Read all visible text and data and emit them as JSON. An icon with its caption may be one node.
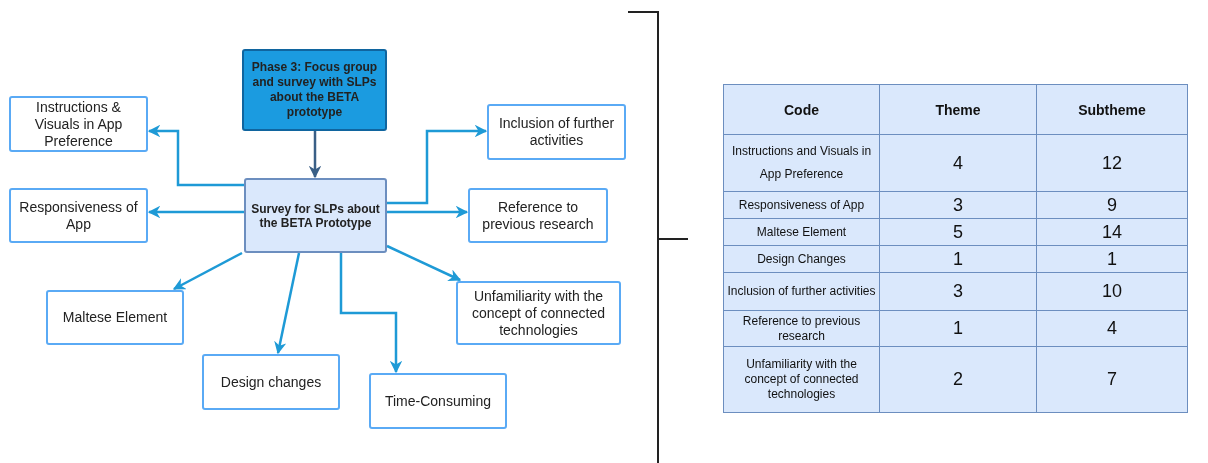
{
  "diagram": {
    "nodes": [
      {
        "text": [
          "Phase 3: Focus group and survey with SLPs about the BETA prototype"
        ]
      },
      {
        "text": [
          "Survey for SLPs about the BETA Prototype"
        ]
      },
      {
        "text": [
          "Instructions & Visuals in App Preference"
        ]
      },
      {
        "text": [
          "Inclusion of further activities"
        ]
      },
      {
        "text": [
          "Responsiveness of App"
        ]
      },
      {
        "text": [
          "Reference to previous research"
        ]
      },
      {
        "text": [
          "Maltese Element"
        ]
      },
      {
        "text": [
          "Unfamiliarity with the concept of connected technologies"
        ]
      },
      {
        "text": [
          "Design changes"
        ]
      },
      {
        "text": [
          "Time-Consuming"
        ]
      }
    ],
    "edges": [
      {
        "from": 0,
        "to": 1,
        "arrow": "to",
        "color": "#3a5f86"
      },
      {
        "from": 1,
        "to": 2,
        "arrow": "to"
      },
      {
        "from": 1,
        "to": 3,
        "arrow": "to"
      },
      {
        "from": 1,
        "to": 4,
        "arrow": "to"
      },
      {
        "from": 1,
        "to": 5,
        "arrow": "to"
      },
      {
        "from": 1,
        "to": 6,
        "arrow": "to"
      },
      {
        "from": 1,
        "to": 7,
        "arrow": "to"
      },
      {
        "from": 1,
        "to": 8,
        "arrow": "to"
      },
      {
        "from": 1,
        "to": 9,
        "arrow": "to"
      }
    ],
    "labels": [
      "Code",
      "Theme",
      "Subtheme",
      "Instructions and Visuals in App Preference",
      "4",
      "12",
      "Responsiveness of App",
      "3",
      "9",
      "Maltese Element",
      "5",
      "14",
      "Design Changes",
      "1",
      "1",
      "Inclusion of further activities",
      "3",
      "10",
      "Reference to previous research",
      "1",
      "4",
      "Unfamiliarity with the concept of connected technologies",
      "2",
      "7"
    ]
  }
}
